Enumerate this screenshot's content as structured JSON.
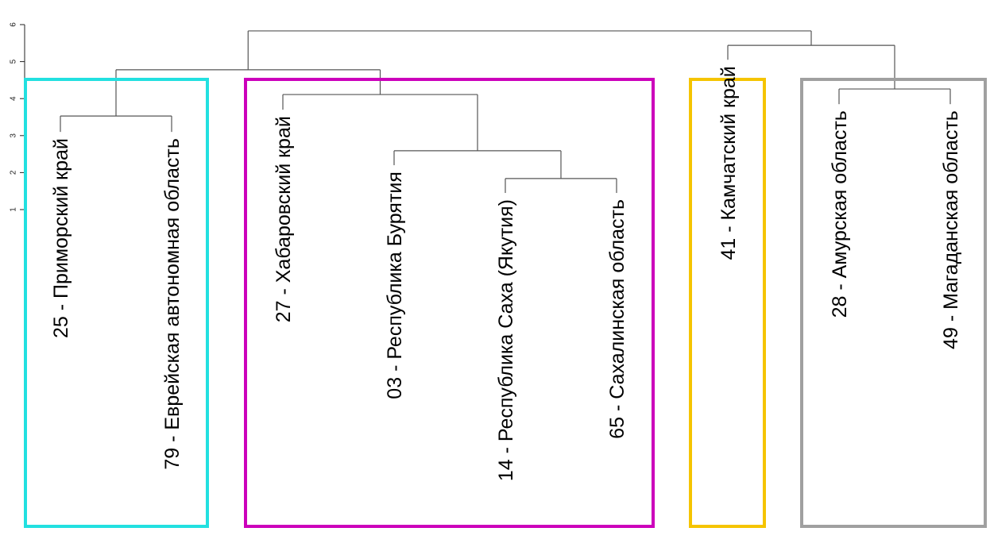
{
  "chart_data": {
    "type": "dendrogram",
    "title": "",
    "xlabel": "",
    "ylabel": "",
    "ylim": [
      1,
      6
    ],
    "y_ticks": [
      "1",
      "2",
      "3",
      "4",
      "5",
      "6"
    ],
    "grid": false,
    "legend": "none",
    "leaves": [
      {
        "id": "25",
        "label": "25 - Приморский край",
        "leaf_height": 3.1
      },
      {
        "id": "79",
        "label": "79 - Еврейская автономная область",
        "leaf_height": 3.1
      },
      {
        "id": "27",
        "label": "27 - Хабаровский край",
        "leaf_height": 3.7
      },
      {
        "id": "03",
        "label": "03 - Республика Бурятия",
        "leaf_height": 2.2
      },
      {
        "id": "14",
        "label": "14 - Республика Саха (Якутия)",
        "leaf_height": 1.45
      },
      {
        "id": "65",
        "label": "65 - Сахалинская область",
        "leaf_height": 1.45
      },
      {
        "id": "41",
        "label": "41 - Камчатский край",
        "leaf_height": 5.05
      },
      {
        "id": "28",
        "label": "28 - Амурская область",
        "leaf_height": 3.85
      },
      {
        "id": "49",
        "label": "49 - Магаданская область",
        "leaf_height": 3.85
      }
    ],
    "merges": [
      {
        "left": "14",
        "right": "65",
        "height": 1.84
      },
      {
        "left": "03",
        "right": "m1",
        "height": 2.59,
        "id": "m2"
      },
      {
        "left": "25",
        "right": "79",
        "height": 3.53,
        "id": "m3"
      },
      {
        "left": "27",
        "right": "m2",
        "height": 4.11,
        "id": "m4"
      },
      {
        "left": "28",
        "right": "49",
        "height": 4.26,
        "id": "m5"
      },
      {
        "left": "m3",
        "right": "m4",
        "height": 4.78,
        "id": "m6"
      },
      {
        "left": "41",
        "right": "m5",
        "height": 5.44,
        "id": "m7"
      },
      {
        "left": "m6",
        "right": "m7",
        "height": 5.83,
        "id": "m8"
      }
    ],
    "clusters": [
      {
        "name": "cluster-1",
        "color": "#22e0e0",
        "members": [
          "25",
          "79"
        ]
      },
      {
        "name": "cluster-2",
        "color": "#cc00bb",
        "members": [
          "27",
          "03",
          "14",
          "65"
        ]
      },
      {
        "name": "cluster-3",
        "color": "#f5c400",
        "members": [
          "41"
        ]
      },
      {
        "name": "cluster-4",
        "color": "#a0a0a0",
        "members": [
          "28",
          "49"
        ]
      }
    ],
    "cut_height": 4.5
  }
}
